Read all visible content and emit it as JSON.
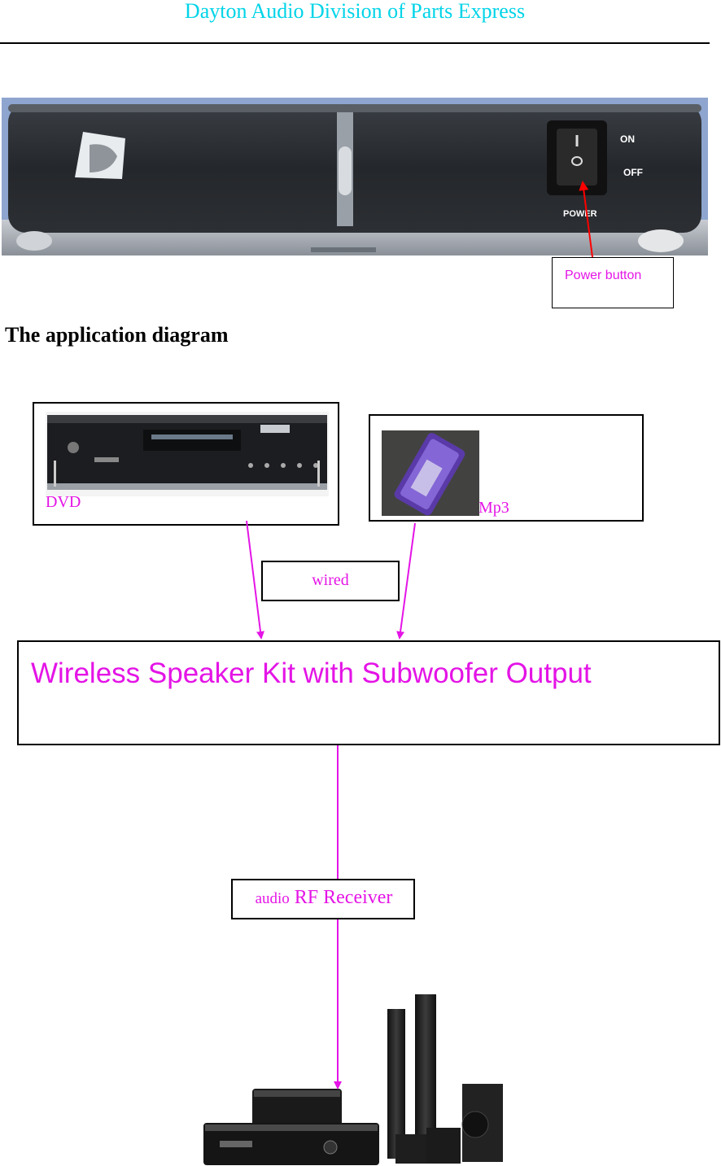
{
  "header": {
    "title": "Dayton Audio Division of Parts Express"
  },
  "device": {
    "switch_on": "ON",
    "switch_off": "OFF",
    "switch_label": "POWER",
    "callout": "Power button"
  },
  "section": {
    "heading": "The application diagram"
  },
  "diagram": {
    "source_dvd": "DVD",
    "source_mp3": "Mp3",
    "link_wired": "wired",
    "main_unit": "Wireless Speaker Kit with Subwoofer Output",
    "link_rf_prefix": "audio",
    "link_rf": "RF Receiver"
  },
  "colors": {
    "title": "#00d4e8",
    "annotation": "#e414e6",
    "arrow_red": "#ff0000"
  }
}
